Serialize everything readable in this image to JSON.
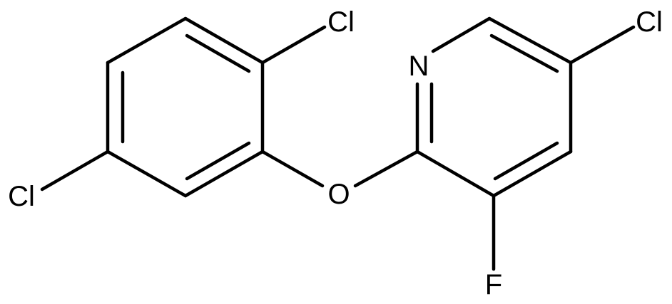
{
  "molecule": {
    "atoms": {
      "cl_top_left_ring": "Cl",
      "cl_left": "Cl",
      "oxygen": "O",
      "nitrogen": "N",
      "cl_top_right": "Cl",
      "fluorine": "F"
    }
  }
}
